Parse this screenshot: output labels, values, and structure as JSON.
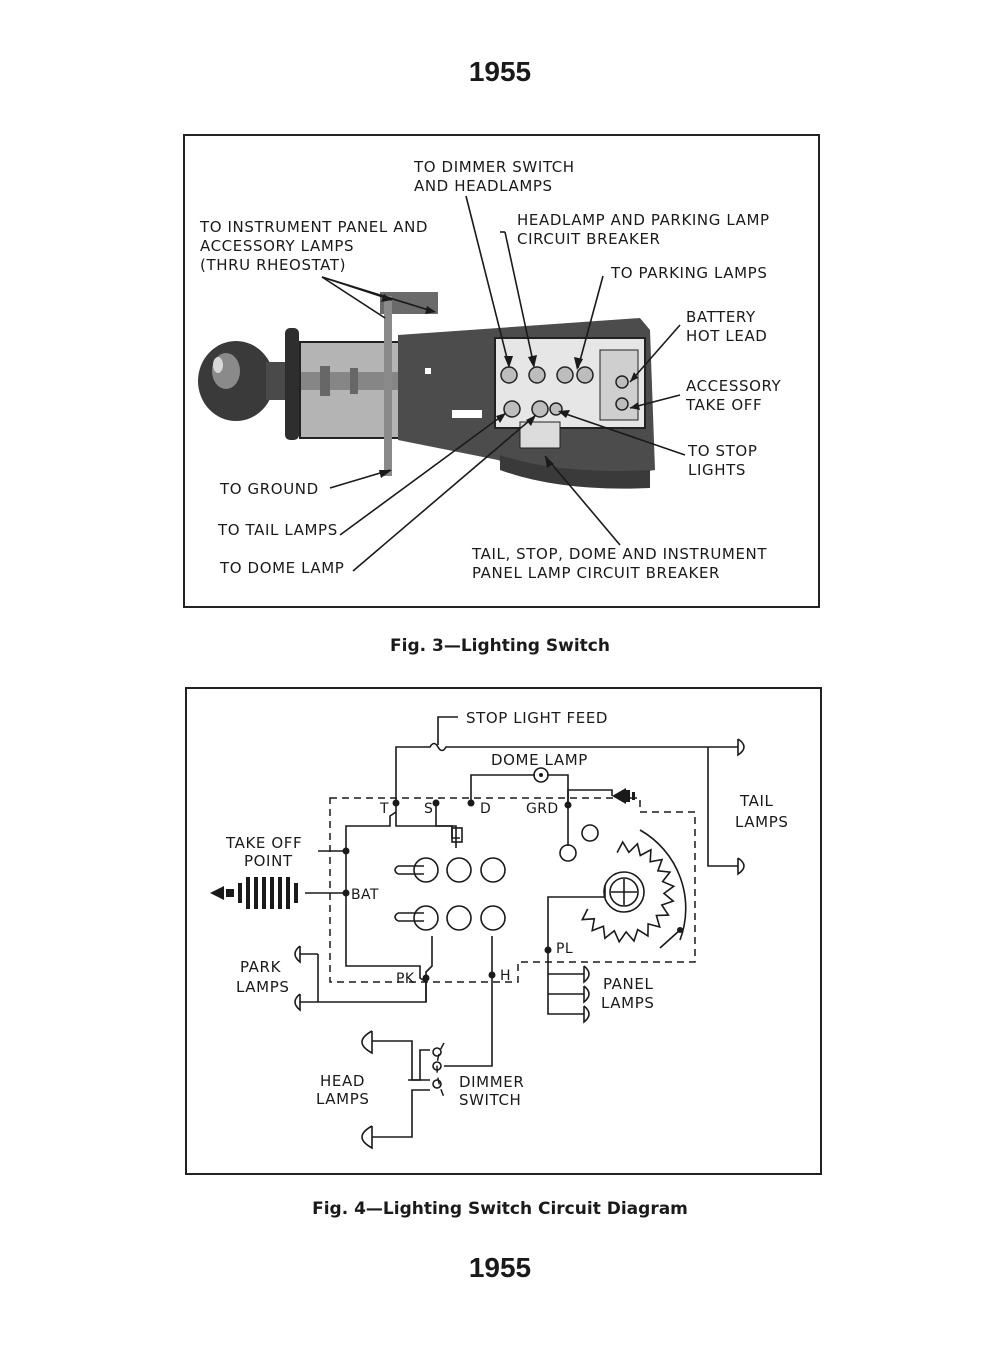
{
  "page": {
    "year_top": "1955",
    "year_bottom": "1955"
  },
  "fig3": {
    "caption": "Fig. 3—Lighting Switch",
    "labels": {
      "dimmer_1": "TO DIMMER SWITCH",
      "dimmer_2": "AND HEADLAMPS",
      "instr_1": "TO INSTRUMENT PANEL AND",
      "instr_2": "ACCESSORY LAMPS",
      "instr_3": "(THRU RHEOSTAT)",
      "breaker_1": "HEADLAMP AND PARKING LAMP",
      "breaker_2": "CIRCUIT BREAKER",
      "parking": "TO PARKING LAMPS",
      "battery_1": "BATTERY",
      "battery_2": "HOT LEAD",
      "accessory_1": "ACCESSORY",
      "accessory_2": "TAKE OFF",
      "stop_1": "TO STOP",
      "stop_2": "LIGHTS",
      "ground": "TO GROUND",
      "tail": "TO TAIL LAMPS",
      "dome": "TO DOME LAMP",
      "tsd_1": "TAIL, STOP, DOME AND INSTRUMENT",
      "tsd_2": "PANEL LAMP CIRCUIT BREAKER"
    }
  },
  "fig4": {
    "caption": "Fig. 4—Lighting Switch Circuit Diagram",
    "labels": {
      "stop_feed": "STOP LIGHT FEED",
      "dome_lamp": "DOME LAMP",
      "t": "T",
      "s": "S",
      "d": "D",
      "grd": "GRD",
      "tail_1": "TAIL",
      "tail_2": "LAMPS",
      "takeoff_1": "TAKE OFF",
      "takeoff_2": "POINT",
      "bat": "BAT",
      "pl": "PL",
      "park_1": "PARK",
      "park_2": "LAMPS",
      "pk": "PK",
      "h": "H",
      "panel_1": "PANEL",
      "panel_2": "LAMPS",
      "head_1": "HEAD",
      "head_2": "LAMPS",
      "dimmer_1": "DIMMER",
      "dimmer_2": "SWITCH"
    }
  }
}
